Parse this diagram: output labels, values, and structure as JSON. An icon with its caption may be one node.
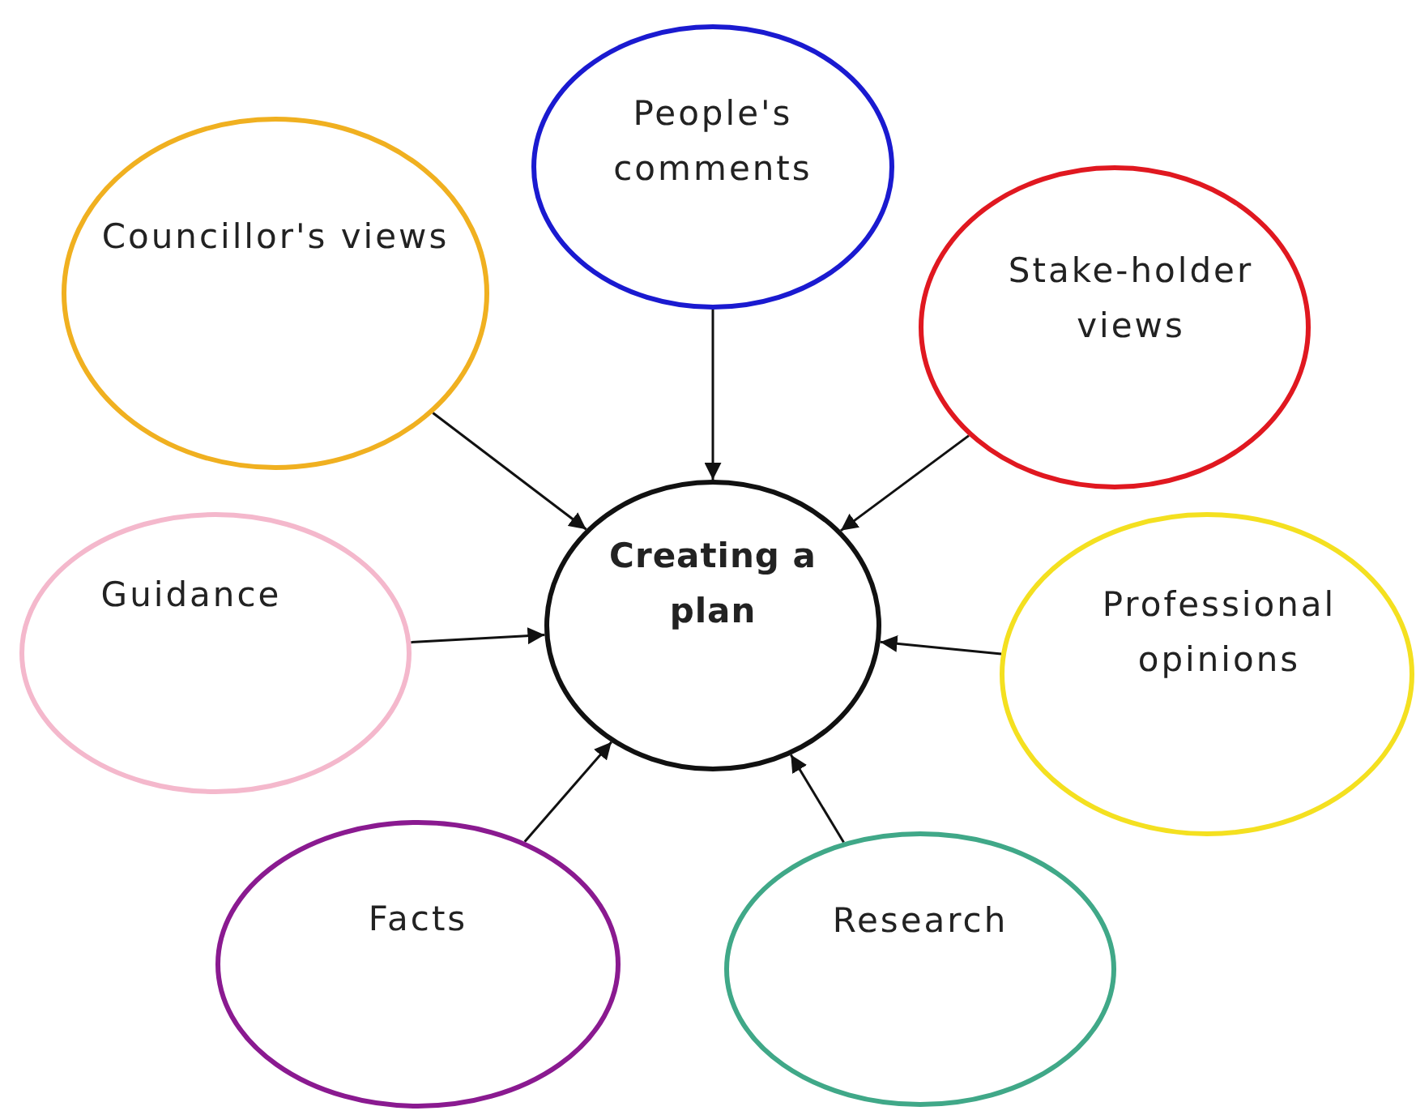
{
  "diagram": {
    "nodes": [
      {
        "text": [
          "People's comments"
        ]
      },
      {
        "text": [
          "Councillor's views"
        ]
      },
      {
        "text": [
          "Stake-holder views"
        ]
      },
      {
        "text": [
          "Guidance"
        ]
      },
      {
        "text": [
          "Creating a plan"
        ]
      },
      {
        "text": [
          "Professional opinions"
        ]
      },
      {
        "text": [
          "Facts"
        ]
      },
      {
        "text": [
          "Research"
        ]
      }
    ],
    "edges": [
      {
        "from": 0,
        "to": 4,
        "arrow": "to"
      },
      {
        "from": 1,
        "to": 4,
        "arrow": "to"
      },
      {
        "from": 2,
        "to": 4,
        "arrow": "to"
      },
      {
        "from": 3,
        "to": 4,
        "arrow": "to"
      },
      {
        "from": 5,
        "to": 4,
        "arrow": "to"
      },
      {
        "from": 6,
        "to": 4,
        "arrow": "to"
      },
      {
        "from": 7,
        "to": 4,
        "arrow": "to"
      }
    ]
  }
}
